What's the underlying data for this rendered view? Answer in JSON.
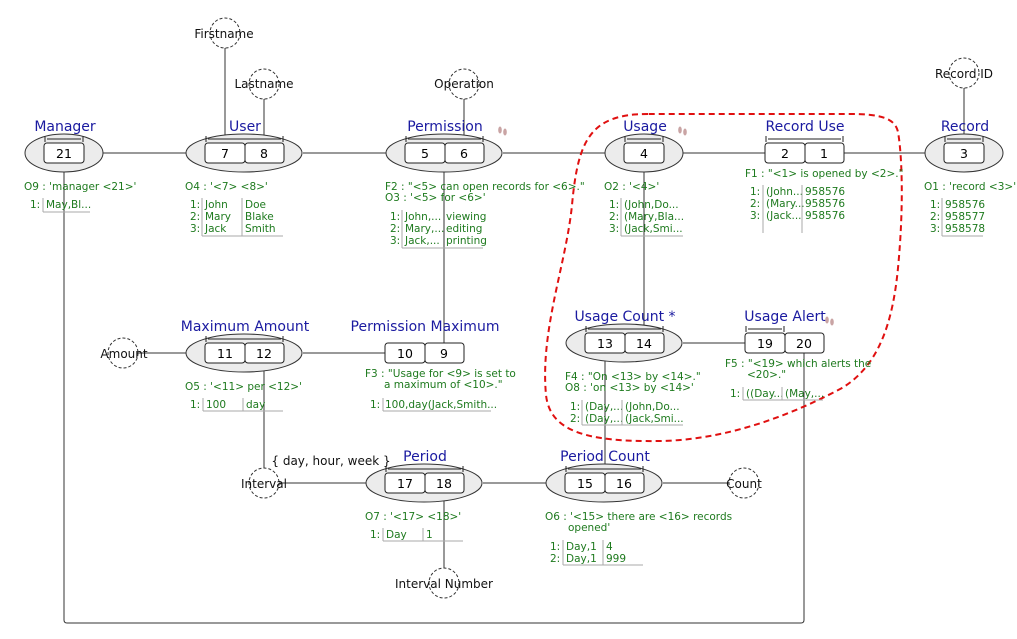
{
  "facts": {
    "manager": {
      "name": "Manager",
      "roles": [
        "21"
      ],
      "reading": "O9 : 'manager <21>'",
      "rows": [
        [
          "1:",
          "May,Bl..."
        ]
      ]
    },
    "user": {
      "name": "User",
      "roles": [
        "7",
        "8"
      ],
      "reading": "O4 : '<7> <8>'",
      "rows": [
        [
          "1:",
          "John",
          "Doe"
        ],
        [
          "2:",
          "Mary",
          "Blake"
        ],
        [
          "3:",
          "Jack",
          "Smith"
        ]
      ]
    },
    "permission": {
      "name": "Permission",
      "roles": [
        "5",
        "6"
      ],
      "reading": "F2 : \"<5> can open records for <6>.\"",
      "reading2": "O3 : '<5> for <6>'",
      "rows": [
        [
          "1:",
          "John,...",
          "viewing"
        ],
        [
          "2:",
          "Mary,...",
          "editing"
        ],
        [
          "3:",
          "Jack,...",
          "printing"
        ]
      ]
    },
    "usage": {
      "name": "Usage",
      "roles": [
        "4"
      ],
      "reading": "O2 : '<4>'",
      "rows": [
        [
          "1:",
          "(John,Do..."
        ],
        [
          "2:",
          "(Mary,Bla..."
        ],
        [
          "3:",
          "(Jack,Smi..."
        ]
      ]
    },
    "record_use": {
      "name": "Record Use",
      "roles": [
        "2",
        "1"
      ],
      "reading": "F1 : \"<1> is opened by <2>.\"",
      "rows": [
        [
          "1:",
          "(John...",
          "958576"
        ],
        [
          "2:",
          "(Mary...",
          "958576"
        ],
        [
          "3:",
          "(Jack...",
          "958576"
        ]
      ]
    },
    "record": {
      "name": "Record",
      "roles": [
        "3"
      ],
      "reading": "O1 : 'record <3>'",
      "rows": [
        [
          "1:",
          "958576"
        ],
        [
          "2:",
          "958577"
        ],
        [
          "3:",
          "958578"
        ]
      ]
    },
    "maximum_amount": {
      "name": "Maximum Amount",
      "roles": [
        "11",
        "12"
      ],
      "reading": "O5 : '<11> per <12>'",
      "rows": [
        [
          "1:",
          "100",
          "day"
        ]
      ]
    },
    "permission_maximum": {
      "name": "Permission Maximum",
      "roles": [
        "10",
        "9"
      ],
      "reading": "F3 : \"Usage for <9> is set to",
      "reading2": "a maximum of <10>.\"",
      "rows": [
        [
          "1:",
          "100,day(Jack,Smith..."
        ]
      ]
    },
    "usage_count": {
      "name": "Usage Count *",
      "roles": [
        "13",
        "14"
      ],
      "reading": "F4 : \"On <13> by <14>.\"",
      "reading2": "O8 : 'on <13> by <14>'",
      "rows": [
        [
          "1:",
          "(Day,...",
          "(John,Do..."
        ],
        [
          "2:",
          "(Day,...",
          "(Jack,Smi..."
        ]
      ]
    },
    "usage_alert": {
      "name": "Usage Alert",
      "roles": [
        "19",
        "20"
      ],
      "reading": "F5 : \"<19> which alerts the",
      "reading2": "<20>.\"",
      "rows": [
        [
          "1:",
          "((Day...",
          "(May,..."
        ]
      ]
    },
    "period": {
      "name": "Period",
      "roles": [
        "17",
        "18"
      ],
      "reading": "O7 : '<17> <18>'",
      "rows": [
        [
          "1:",
          "Day",
          "1"
        ]
      ]
    },
    "period_count": {
      "name": "Period Count",
      "roles": [
        "15",
        "16"
      ],
      "reading": "O6 : '<15> there are <16> records",
      "reading2": "opened'",
      "rows": [
        [
          "1:",
          "Day,1",
          "4"
        ],
        [
          "2:",
          "Day,1",
          "999"
        ]
      ]
    }
  },
  "values": {
    "firstname": "Firstname",
    "lastname": "Lastname",
    "operation": "Operation",
    "record_id": "Record ID",
    "amount": "Amount",
    "interval": "Interval",
    "count": "Count",
    "interval_number": "Interval Number"
  },
  "constraint_text": "{ day, hour, week }",
  "colors": {
    "fact_name": "#1a1aa0",
    "reading": "#1e7a1e",
    "highlight": "#e01010",
    "ellipse_fill": "#ececec"
  }
}
